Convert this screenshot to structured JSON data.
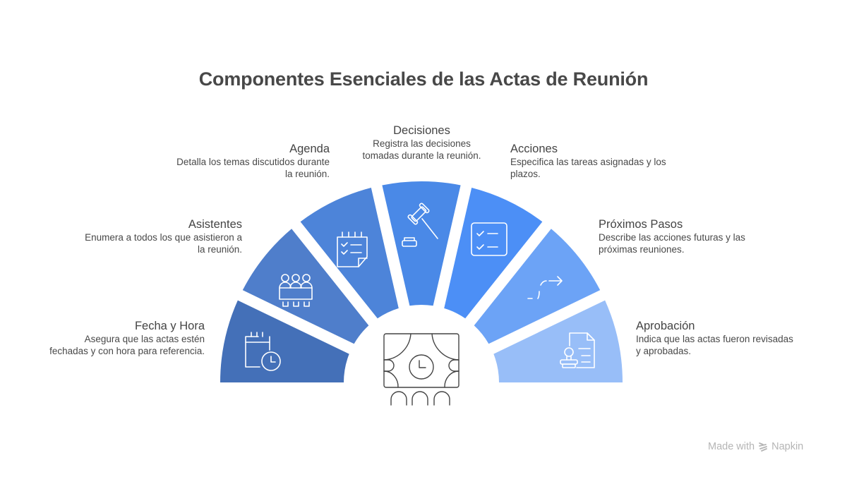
{
  "title": "Componentes Esenciales de las Actas de Reunión",
  "center_icon": "meeting-room-clock-icon",
  "components": [
    {
      "id": "fecha",
      "title": "Fecha y Hora",
      "desc_lines": [
        "Asegura que las actas estén",
        "fechadas y con hora para referencia."
      ],
      "icon": "calendar-clock-icon",
      "color": "#4470B8"
    },
    {
      "id": "asistentes",
      "title": "Asistentes",
      "desc_lines": [
        "Enumera a todos los que asistieron a",
        "la reunión."
      ],
      "icon": "attendees-icon",
      "color": "#4F7ECB"
    },
    {
      "id": "agenda",
      "title": "Agenda",
      "desc_lines": [
        "Detalla los temas discutidos durante",
        "la reunión."
      ],
      "icon": "agenda-checklist-icon",
      "color": "#4D84D9"
    },
    {
      "id": "decisiones",
      "title": "Decisiones",
      "desc_lines": [
        "Registra las decisiones",
        "tomadas durante la reunión."
      ],
      "icon": "gavel-icon",
      "color": "#4A89E7"
    },
    {
      "id": "acciones",
      "title": "Acciones",
      "desc_lines": [
        "Especifica las tareas asignadas y los",
        "plazos."
      ],
      "icon": "task-checklist-icon",
      "color": "#4C8FF6"
    },
    {
      "id": "proximos",
      "title": "Próximos Pasos",
      "desc_lines": [
        "Describe las acciones futuras y las",
        "próximas reuniones."
      ],
      "icon": "path-arrow-icon",
      "color": "#6CA3F6"
    },
    {
      "id": "aprobacion",
      "title": "Aprobación",
      "desc_lines": [
        "Indica que las actas fueron revisadas",
        "y aprobadas."
      ],
      "icon": "stamp-document-icon",
      "color": "#98BEF8"
    }
  ],
  "footer": {
    "made_with": "Made with",
    "brand": "Napkin"
  }
}
